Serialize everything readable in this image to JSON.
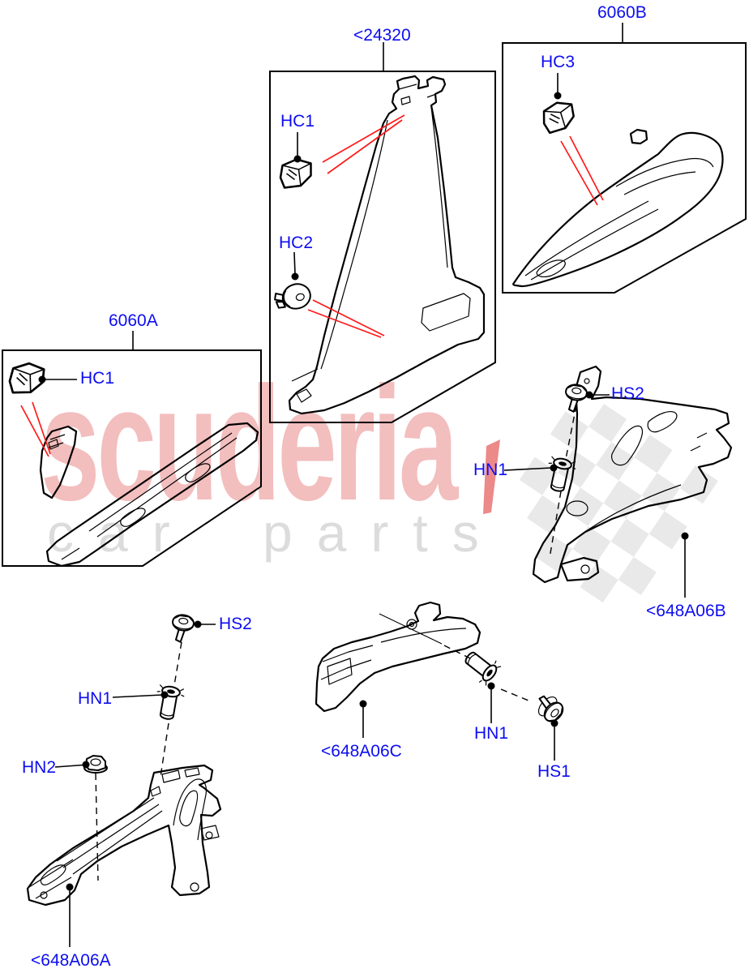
{
  "page": {
    "background": "#ffffff"
  },
  "colors": {
    "label_blue": "#0d0df2",
    "arrow_red": "#ff1a1a",
    "line_black": "#000000",
    "watermark_pink": "rgba(220,70,70,0.35)",
    "watermark_gray": "#dcdcdc",
    "checker_gray": "#e9e9e9",
    "wedge_red": "rgba(221,40,40,0.55)"
  },
  "watermark": {
    "brand": "scuderia",
    "subtitle": "car parts"
  },
  "groups": {
    "box_24320": {
      "label": "<24320"
    },
    "box_6060B": {
      "label": "6060B"
    },
    "box_6060A": {
      "label": "6060A"
    }
  },
  "callouts": {
    "hc1_box": "HC1",
    "hc2": "HC2",
    "hc3": "HC3",
    "hc1_sill": "HC1",
    "hs2_right": "HS2",
    "hn1_right": "HN1",
    "part_648a06b": "<648A06B",
    "hs2_left": "HS2",
    "hn1_left": "HN1",
    "hn2": "HN2",
    "part_648a06a": "<648A06A",
    "part_648a06c": "<648A06C",
    "hn1_center": "HN1",
    "hs1": "HS1"
  }
}
